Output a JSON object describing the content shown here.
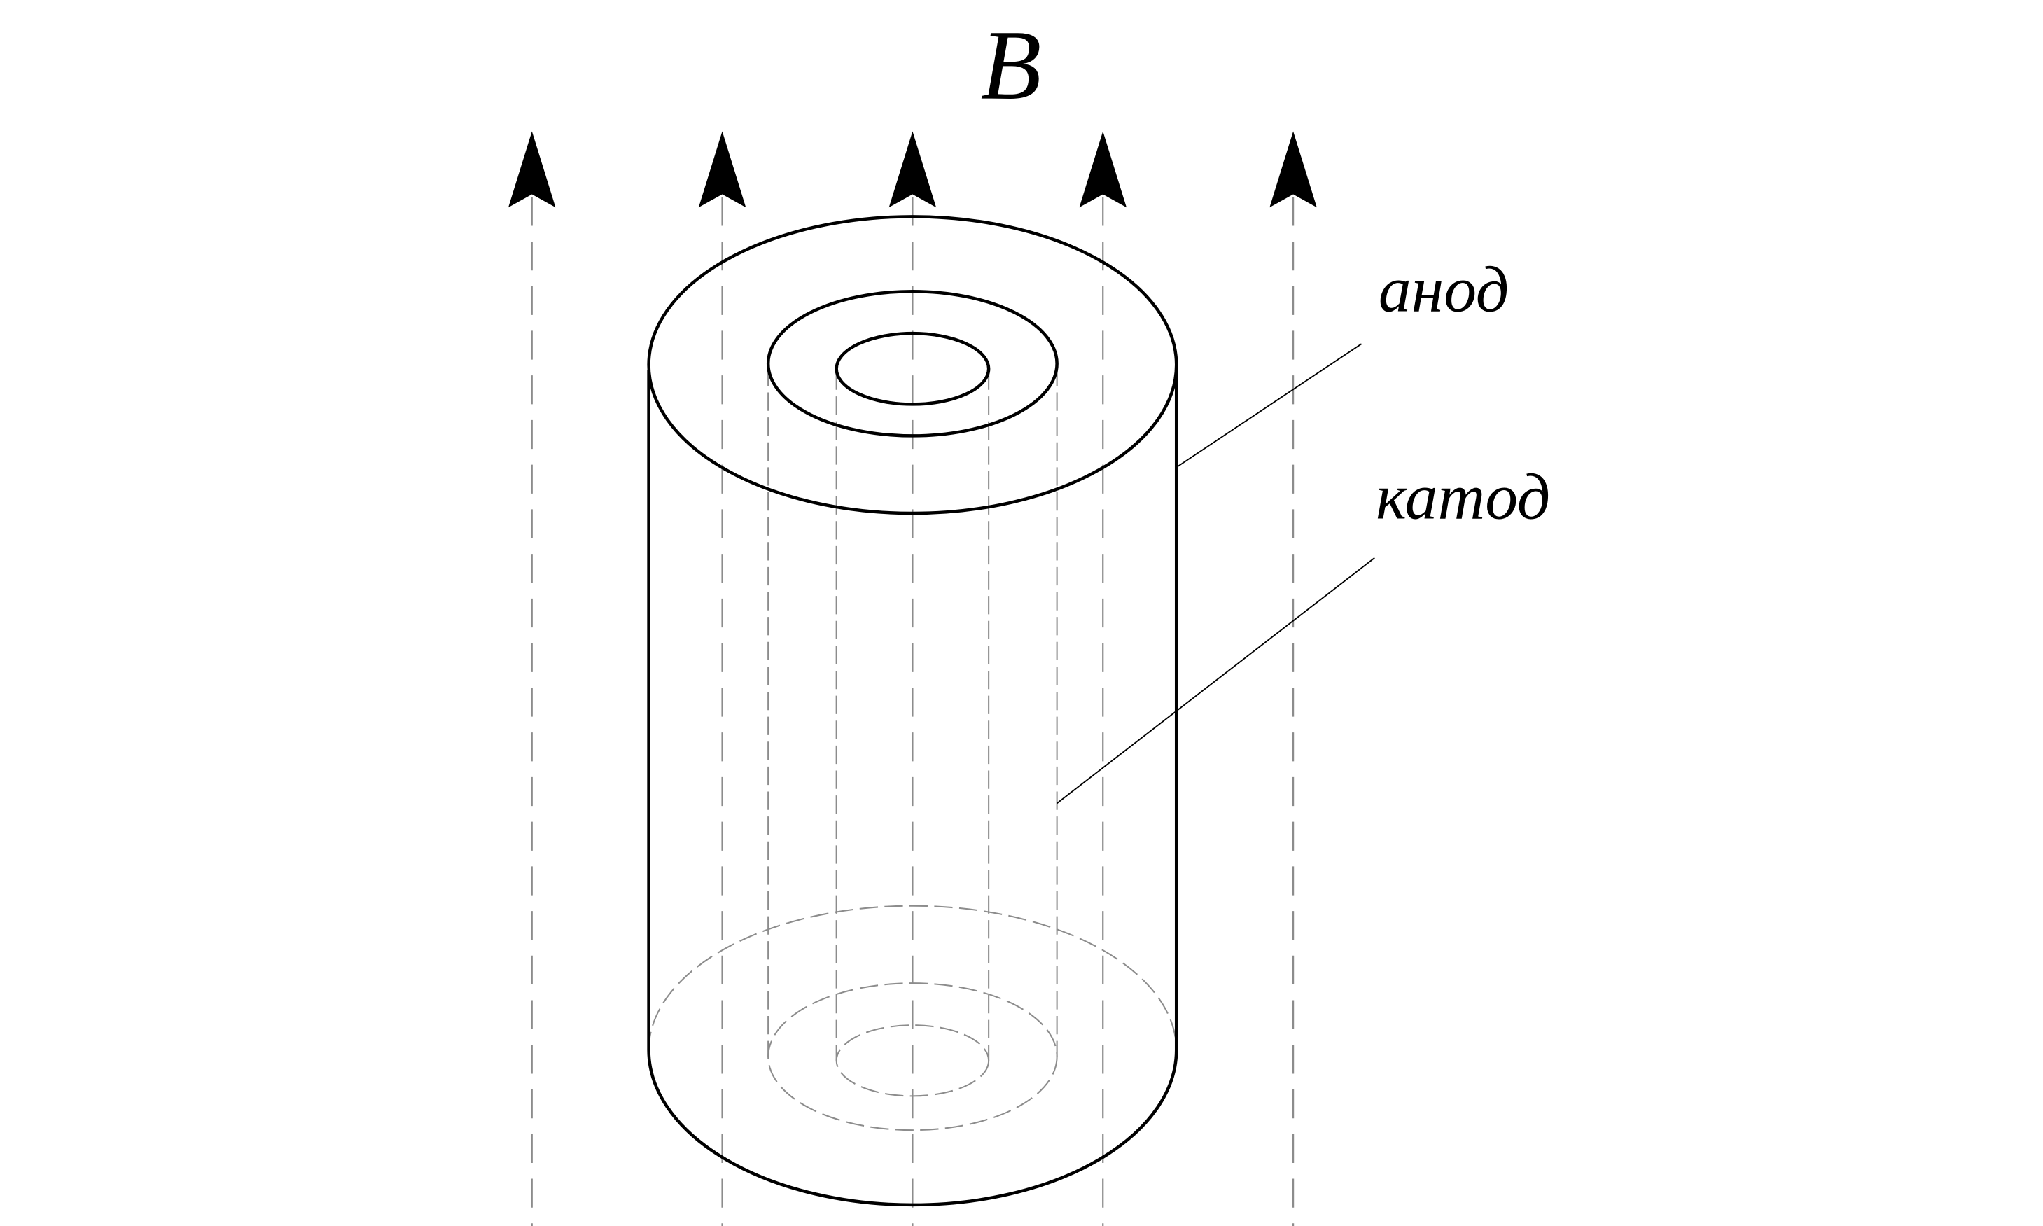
{
  "field_label": "B",
  "labels": {
    "anode": "анод",
    "cathode": "катод"
  },
  "colors": {
    "ink": "#000000",
    "hidden": "#8c8c8c",
    "background": "#ffffff"
  },
  "field_lines_count": 5
}
